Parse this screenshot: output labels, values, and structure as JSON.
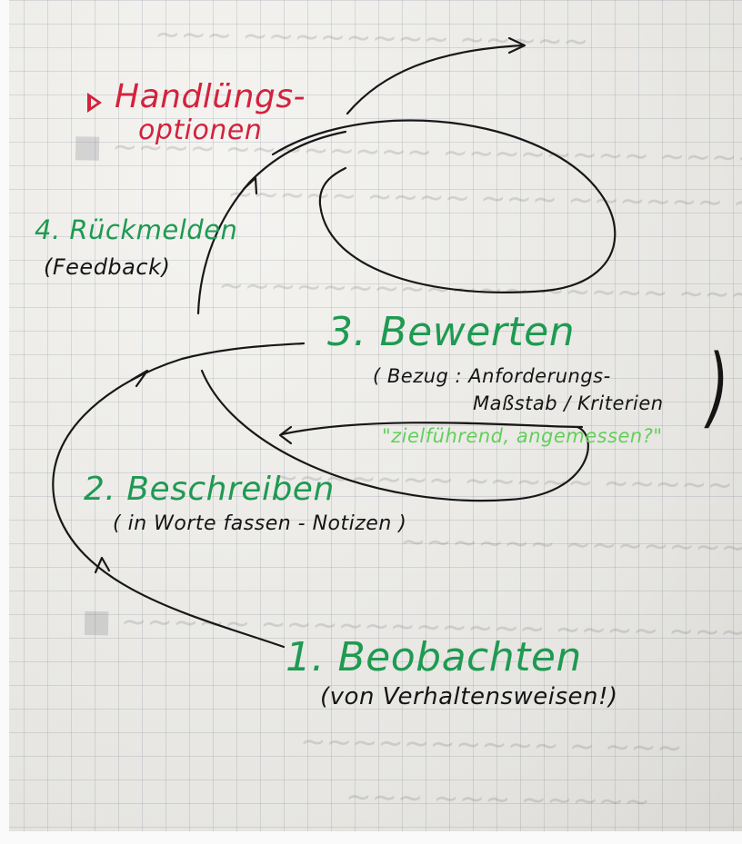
{
  "notes": {
    "handlungs_line1": "Handlüngs-",
    "handlungs_line2": "optionen",
    "step4_title": "4. Rückmelden",
    "step4_sub": "(Feedback)",
    "step3_title": "3. Bewerten",
    "step3_sub_line1": "( Bezug : Anforderungs-",
    "step3_sub_line2": "Maßstab / Kriterien",
    "step3_quote": "\"zielführend, angemessen?\"",
    "step2_title": "2. Beschreiben",
    "step2_sub": "( in Worte fassen - Notizen )",
    "step1_title": "1. Beobachten",
    "step1_sub": "(von Verhaltensweisen!)"
  },
  "colors": {
    "red": "#d2233d",
    "green": "#1f9a52",
    "light_green": "#63cf5a",
    "ink": "#151515"
  }
}
